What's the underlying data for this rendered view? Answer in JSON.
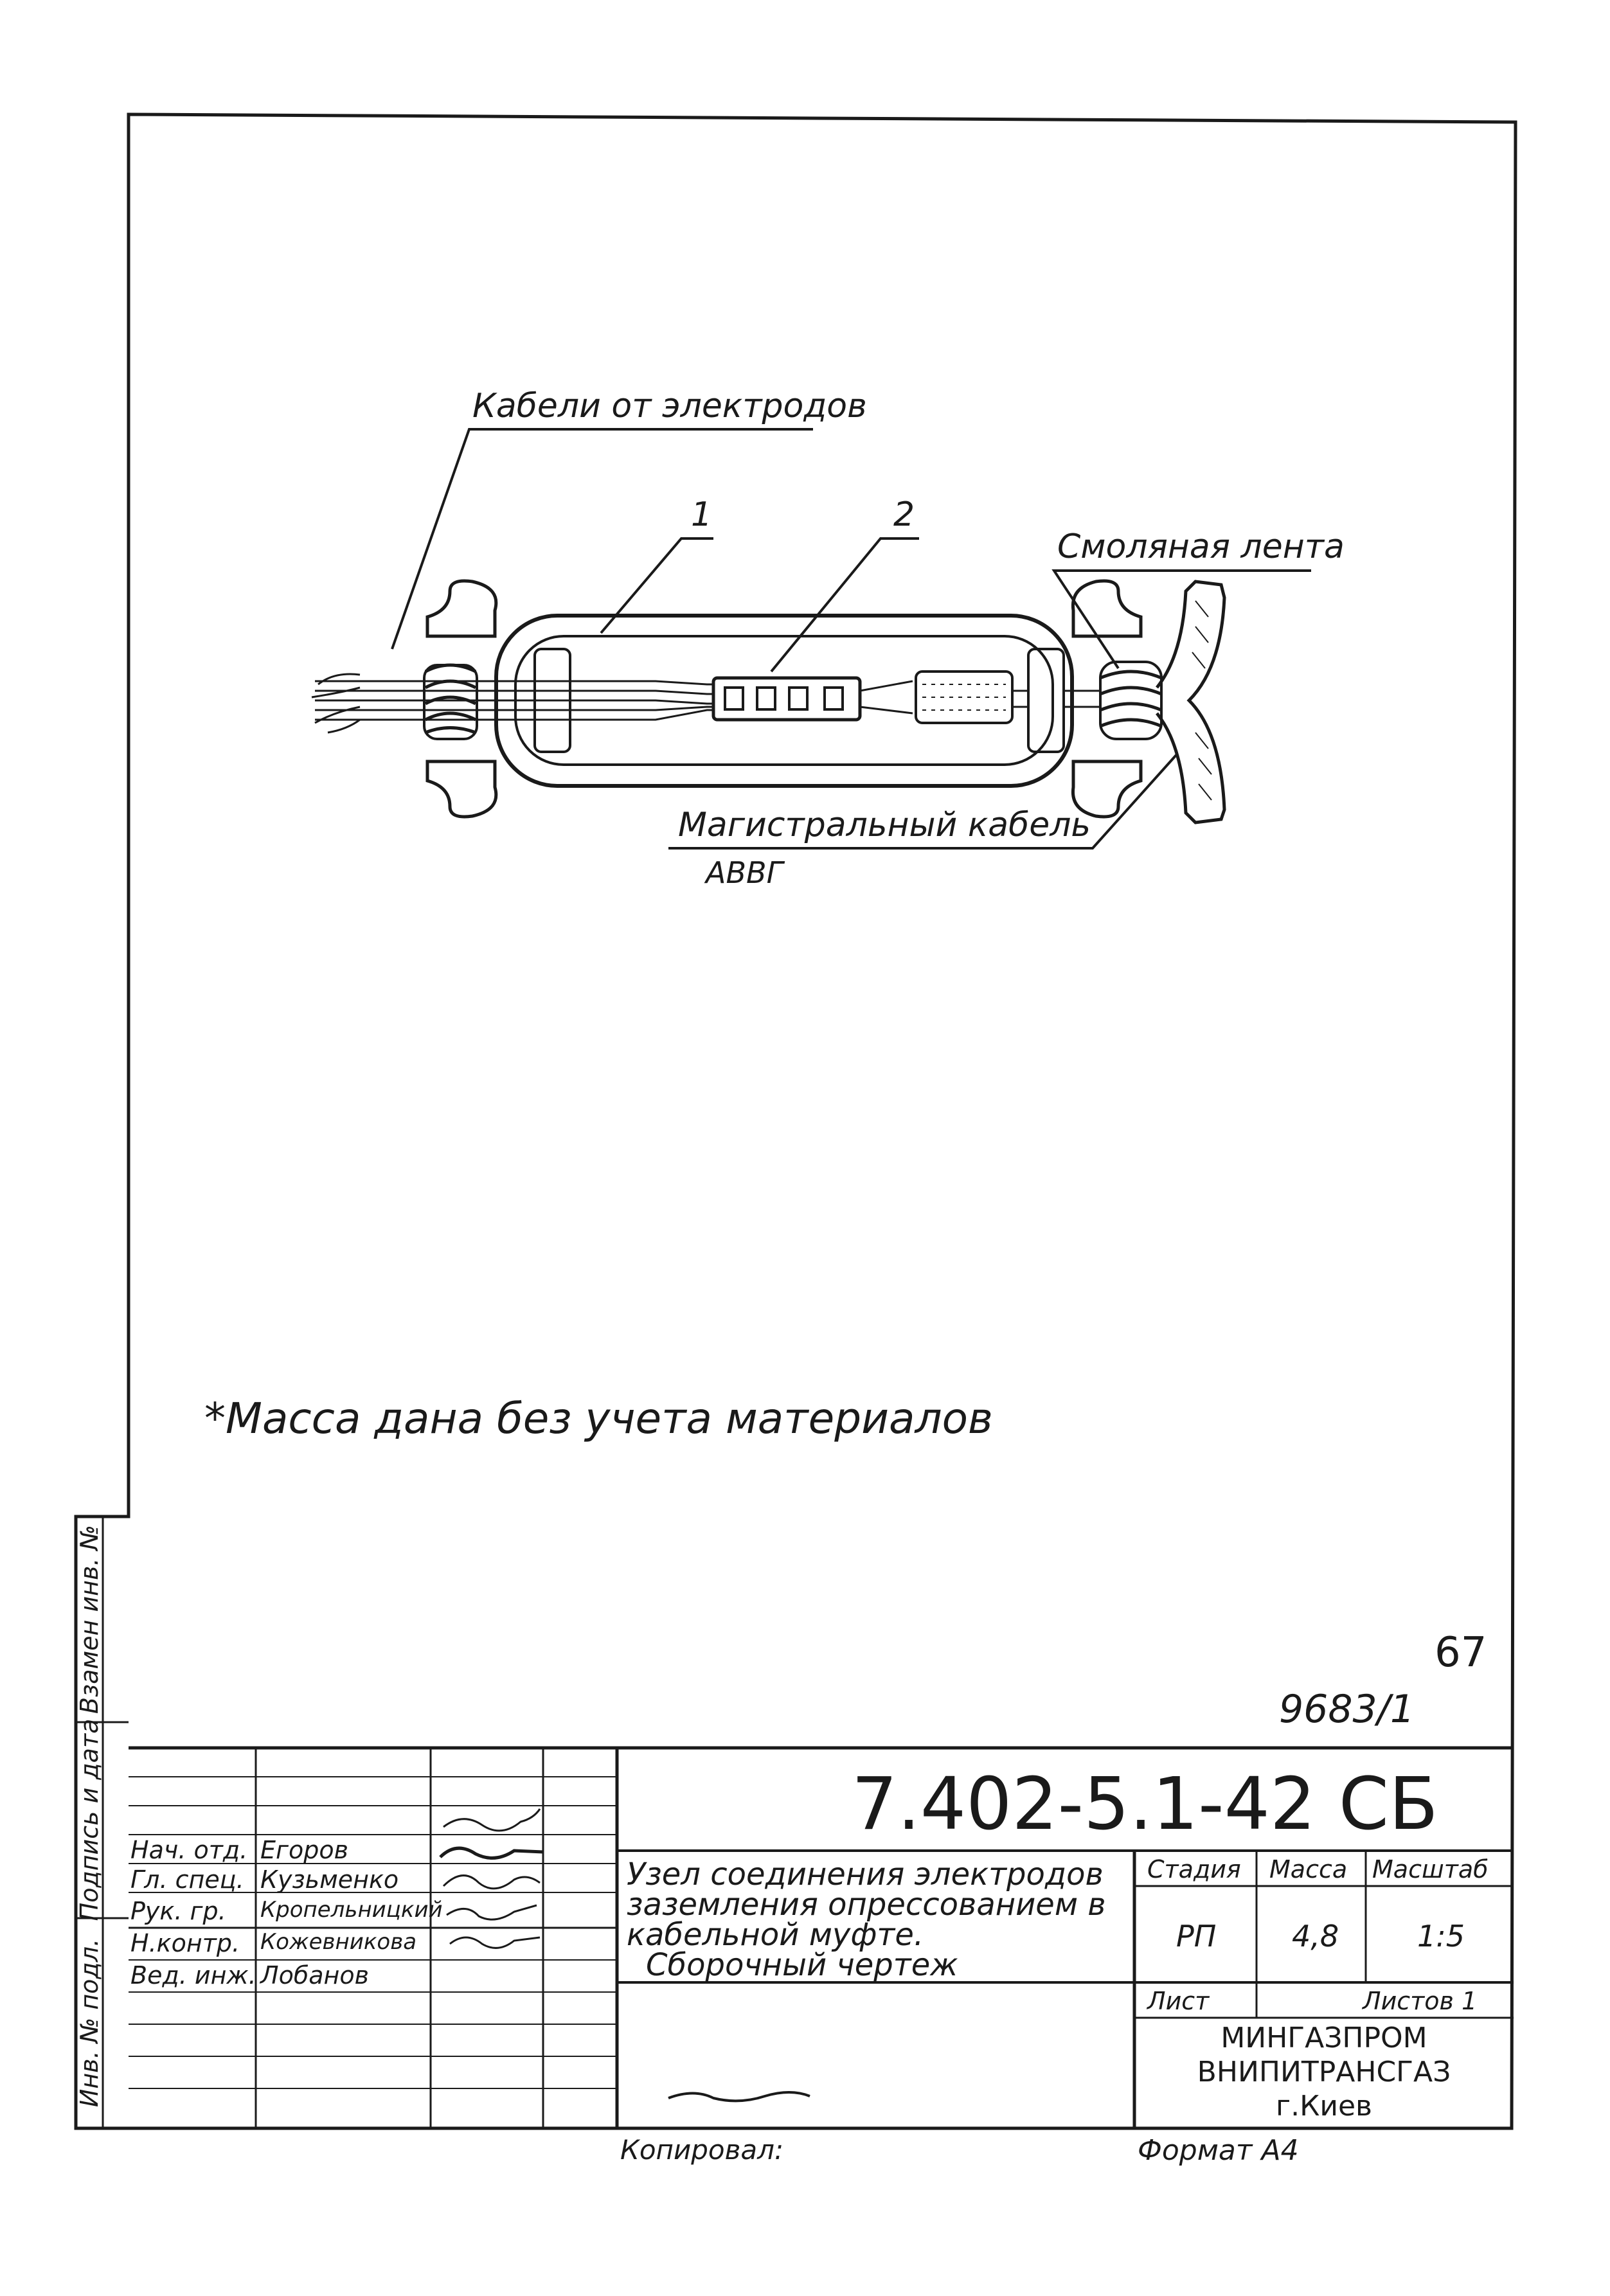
{
  "drawing": {
    "label_cables": "Кабели от электродов",
    "label_part1": "1",
    "label_part2": "2",
    "label_resin_tape": "Смоляная лента",
    "label_main_cable": "Магистральный кабель",
    "label_main_cable_type": "АВВГ"
  },
  "note": "*Масса дана без учета материалов",
  "page_number": "67",
  "inventory_number": "9683/1",
  "side_stamp": {
    "replace_inv": "Взамен инв. №",
    "signature_date": "Подпись и дата",
    "orig_inv": "Инв. № подл."
  },
  "title_block": {
    "designation": "7.402-5.1-42 СБ",
    "title_lines": [
      "Узел соединения электродов",
      "заземления опрессованием в",
      "кабельной муфте.",
      "Сборочный чертеж"
    ],
    "headers": {
      "stage": "Стадия",
      "mass": "Масса",
      "scale": "Масштаб"
    },
    "values": {
      "stage": "РП",
      "mass": "4,8",
      "scale": "1:5"
    },
    "sheet_label": "Лист",
    "sheets_label": "Листов 1",
    "organization": [
      "МИНГАЗПРОМ",
      "ВНИПИТРАНСГАЗ",
      "г.Киев"
    ],
    "signatories": [
      {
        "role": "Нач. отд.",
        "name": "Егоров"
      },
      {
        "role": "Гл. спец.",
        "name": "Кузьменко"
      },
      {
        "role": "Рук. гр.",
        "name": "Кропельницкий"
      },
      {
        "role": "Н.контр.",
        "name": "Кожевникова"
      },
      {
        "role": "Вед. инж.",
        "name": "Лобанов"
      }
    ]
  },
  "footer": {
    "copied_by": "Копировал:",
    "format": "Формат А4"
  }
}
